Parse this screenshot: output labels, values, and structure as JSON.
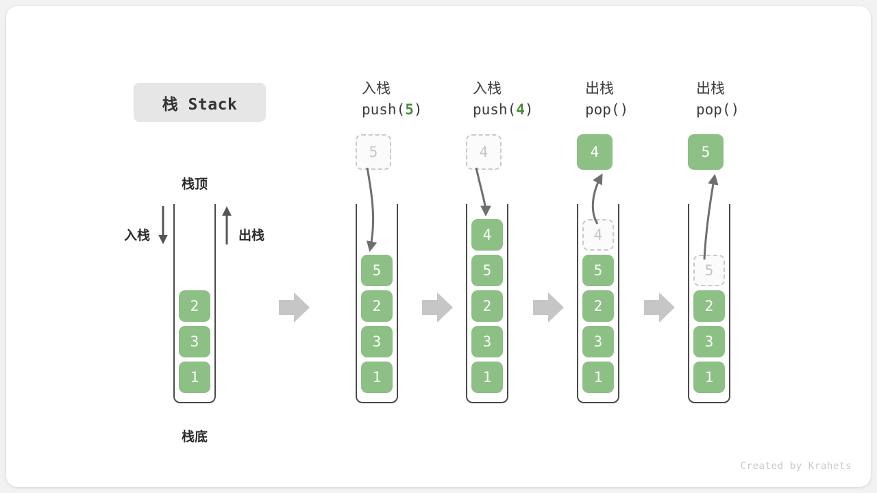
{
  "title_badge": "栈 Stack",
  "labels": {
    "top": "栈顶",
    "bottom": "栈底",
    "push_side": "入栈",
    "pop_side": "出栈"
  },
  "footer": "Created by Krahets",
  "colors": {
    "element_green": "#8cc084",
    "ghost_border": "#c9c9c9",
    "ghost_text": "#c4c4c4",
    "arrow_gray": "#6e6e6e",
    "separator_gray": "#c6c6c6",
    "badge_bg": "#e6e6e6",
    "code_number_green": "#4b8b3b"
  },
  "columns": [
    {
      "id": "initial",
      "header_cn": "",
      "header_code": "",
      "header_code_num": "",
      "stack": [
        "2",
        "3",
        "1"
      ],
      "floating_above": null,
      "ghost_in_stack": null
    },
    {
      "id": "push-5",
      "header_cn": "入栈",
      "header_code_prefix": "push(",
      "header_code_num": "5",
      "header_code_suffix": ")",
      "stack": [
        "5",
        "2",
        "3",
        "1"
      ],
      "incoming_ghost": "5",
      "arrow": "down-into-stack"
    },
    {
      "id": "push-4",
      "header_cn": "入栈",
      "header_code_prefix": "push(",
      "header_code_num": "4",
      "header_code_suffix": ")",
      "stack": [
        "4",
        "5",
        "2",
        "3",
        "1"
      ],
      "incoming_ghost": "4",
      "arrow": "down-into-stack"
    },
    {
      "id": "pop-1",
      "header_cn": "出栈",
      "header_code_prefix": "pop(",
      "header_code_num": "",
      "header_code_suffix": ")",
      "stack": [
        "5",
        "2",
        "3",
        "1"
      ],
      "popped_value": "4",
      "ghost_in_stack": "4",
      "arrow": "up-out-of-stack"
    },
    {
      "id": "pop-2",
      "header_cn": "出栈",
      "header_code_prefix": "pop(",
      "header_code_num": "",
      "header_code_suffix": ")",
      "stack": [
        "2",
        "3",
        "1"
      ],
      "popped_value": "5",
      "ghost_in_stack": "5",
      "arrow": "up-out-of-stack"
    }
  ]
}
